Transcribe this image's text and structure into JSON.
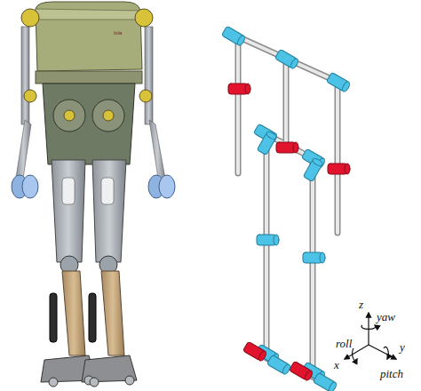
{
  "diagram": {
    "labels": [
      "lola",
      "z",
      "yaw",
      "roll",
      "y",
      "x",
      "pitch"
    ]
  }
}
